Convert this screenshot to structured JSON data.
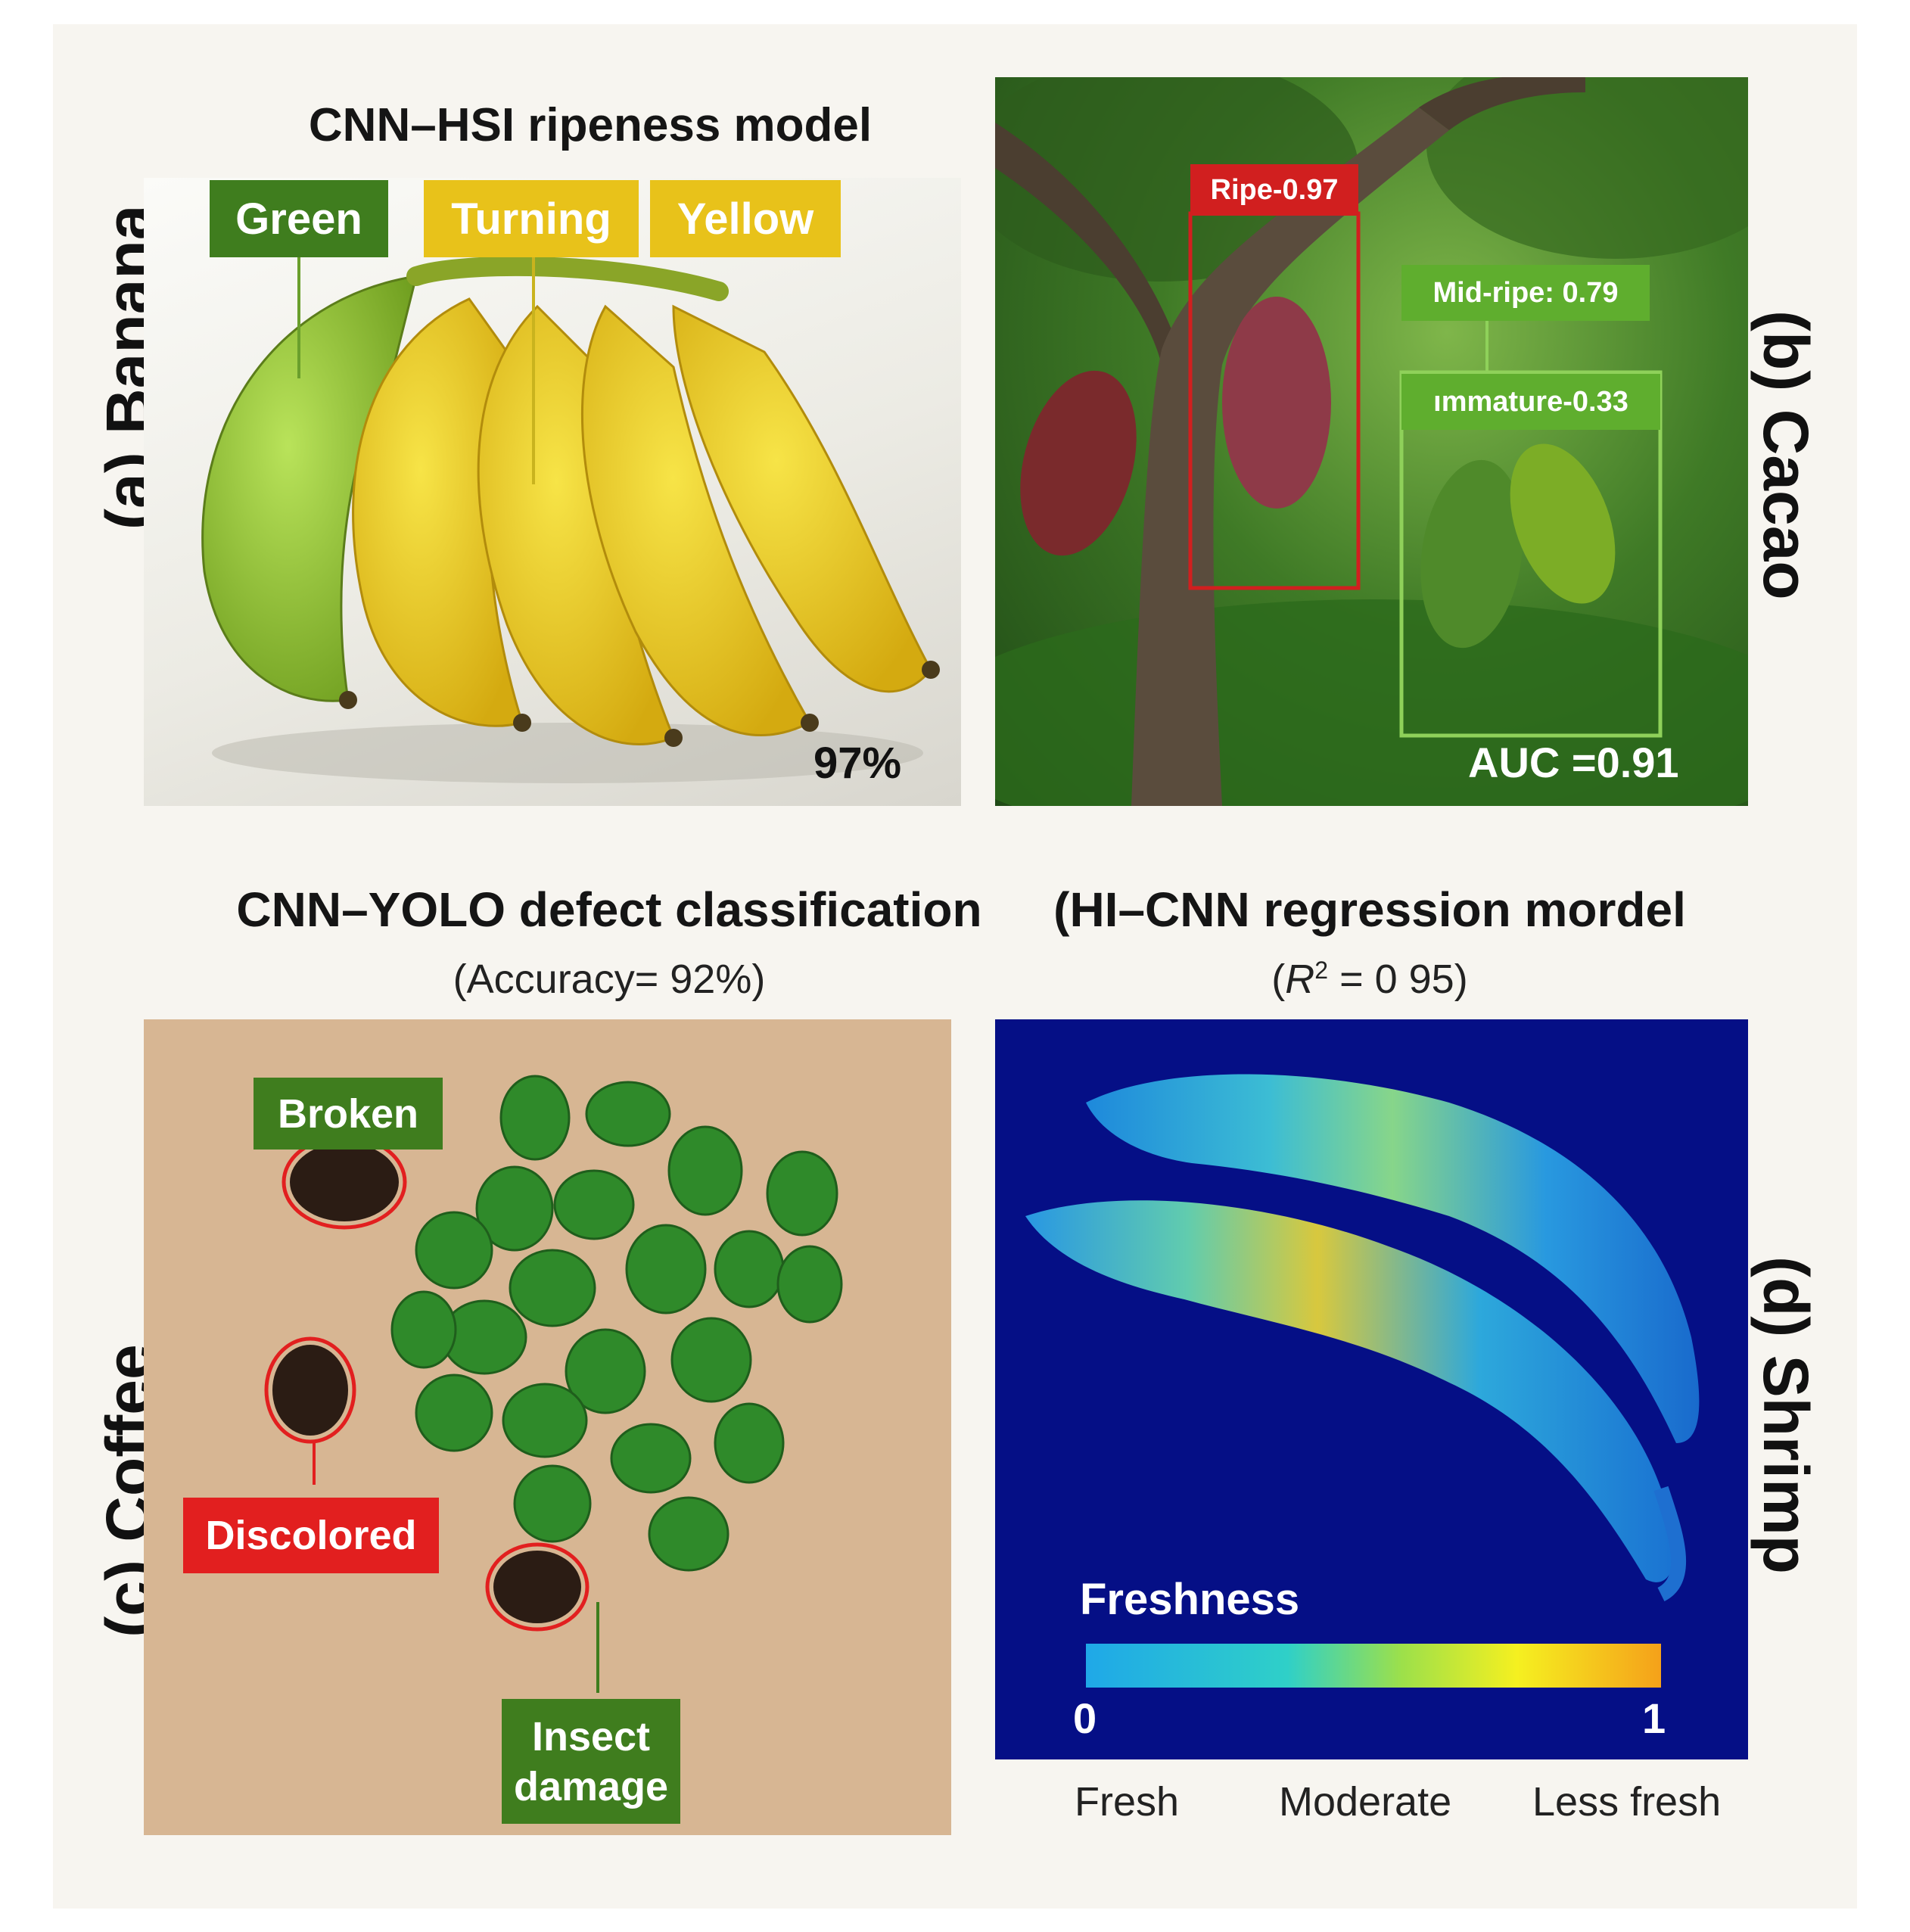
{
  "panels": {
    "banana": {
      "label": "(a) Banana",
      "title": "CNN–HSI ripeness model",
      "tags": [
        "Green",
        "Turning",
        "Yellow"
      ],
      "metric": "97%",
      "colors": {
        "green_tag": "#3f7d1e",
        "yellow_tag": "#e8c21a"
      }
    },
    "cacao": {
      "label": "(b) Cacao",
      "boxes": [
        {
          "text": "Ripe-0.97",
          "color": "#d11f1f"
        },
        {
          "text": "Mid-ripe: 0.79",
          "color": "#5fae2e"
        },
        {
          "text": "ımmature-0.33",
          "color": "#5fae2e"
        }
      ],
      "metric": "AUC =0.91"
    },
    "coffee": {
      "label": "(c) Coffee",
      "title": "CNN–YOLO defect classification",
      "subtitle": "(Accuracy= 92%)",
      "tags": [
        {
          "text": "Broken",
          "color": "#3f7d1e"
        },
        {
          "text": "Discolored",
          "color": "#e21f1f"
        },
        {
          "text": "Insect damage",
          "line1": "Insect",
          "line2": "damage",
          "color": "#3f7d1e"
        }
      ]
    },
    "shrimp": {
      "label": "(d) Shrimp",
      "title": "(HI–CNN regression mordel",
      "subtitle_pre": "(",
      "subtitle_r": "R",
      "subtitle_sup": "2",
      "subtitle_post": " = 0 95)",
      "colorbar_title": "Freshness",
      "colorbar_min": "0",
      "colorbar_max": "1",
      "scale_labels": [
        "Fresh",
        "Moderate",
        "Less fresh"
      ]
    }
  }
}
